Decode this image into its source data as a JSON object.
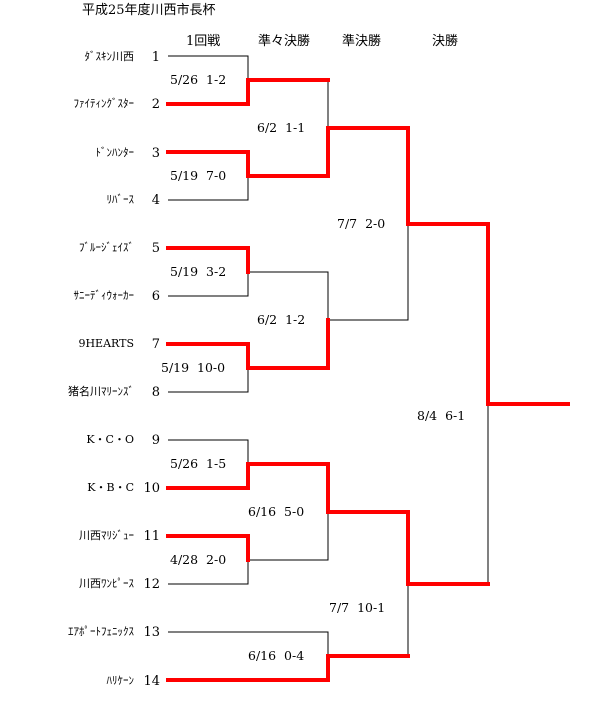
{
  "title": "平成25年度川西市長杯",
  "rounds": [
    "1回戦",
    "準々決勝",
    "準決勝",
    "決勝"
  ],
  "teams": [
    {
      "name": "ﾀﾞｽｷﾝ川西",
      "seed": "1"
    },
    {
      "name": "ﾌｧｲﾃｨﾝｸﾞｽﾀｰ",
      "seed": "2"
    },
    {
      "name": "ﾄﾞﾝﾊﾝﾀｰ",
      "seed": "3"
    },
    {
      "name": "ﾘﾊﾞｰｽ",
      "seed": "4"
    },
    {
      "name": "ﾌﾞﾙｰｼﾞｪｲｽﾞ",
      "seed": "5"
    },
    {
      "name": "ｻﾆｰﾃﾞｨｳｫｰｶｰ",
      "seed": "6"
    },
    {
      "name": "9HEARTS",
      "seed": "7"
    },
    {
      "name": "猪名川ﾏﾘｰﾝｽﾞ",
      "seed": "8"
    },
    {
      "name": "K・C・O",
      "seed": "9"
    },
    {
      "name": "K・B・C",
      "seed": "10"
    },
    {
      "name": "川西ﾏﾘｼﾞｭｰ",
      "seed": "11"
    },
    {
      "name": "川西ﾜﾝﾋﾟｰｽ",
      "seed": "12"
    },
    {
      "name": "ｴｱﾎﾟｰﾄﾌｪﾆｯｸｽ",
      "seed": "13"
    },
    {
      "name": "ﾊﾘｹｰﾝ",
      "seed": "14"
    }
  ],
  "results": [
    {
      "label": "5/26  1-2"
    },
    {
      "label": "5/19  7-0"
    },
    {
      "label": "5/19  3-2"
    },
    {
      "label": "5/19  10-0"
    },
    {
      "label": "5/26  1-5"
    },
    {
      "label": "4/28  2-0"
    },
    {
      "label": "6/2  1-1"
    },
    {
      "label": "6/2  1-2"
    },
    {
      "label": "6/16  5-0"
    },
    {
      "label": "6/16  0-4"
    },
    {
      "label": "7/7  2-0"
    },
    {
      "label": "7/7  10-1"
    },
    {
      "label": "8/4  6-1"
    }
  ],
  "colors": {
    "winner_path": "#ff0000",
    "line": "#000000",
    "background": "#ffffff"
  }
}
